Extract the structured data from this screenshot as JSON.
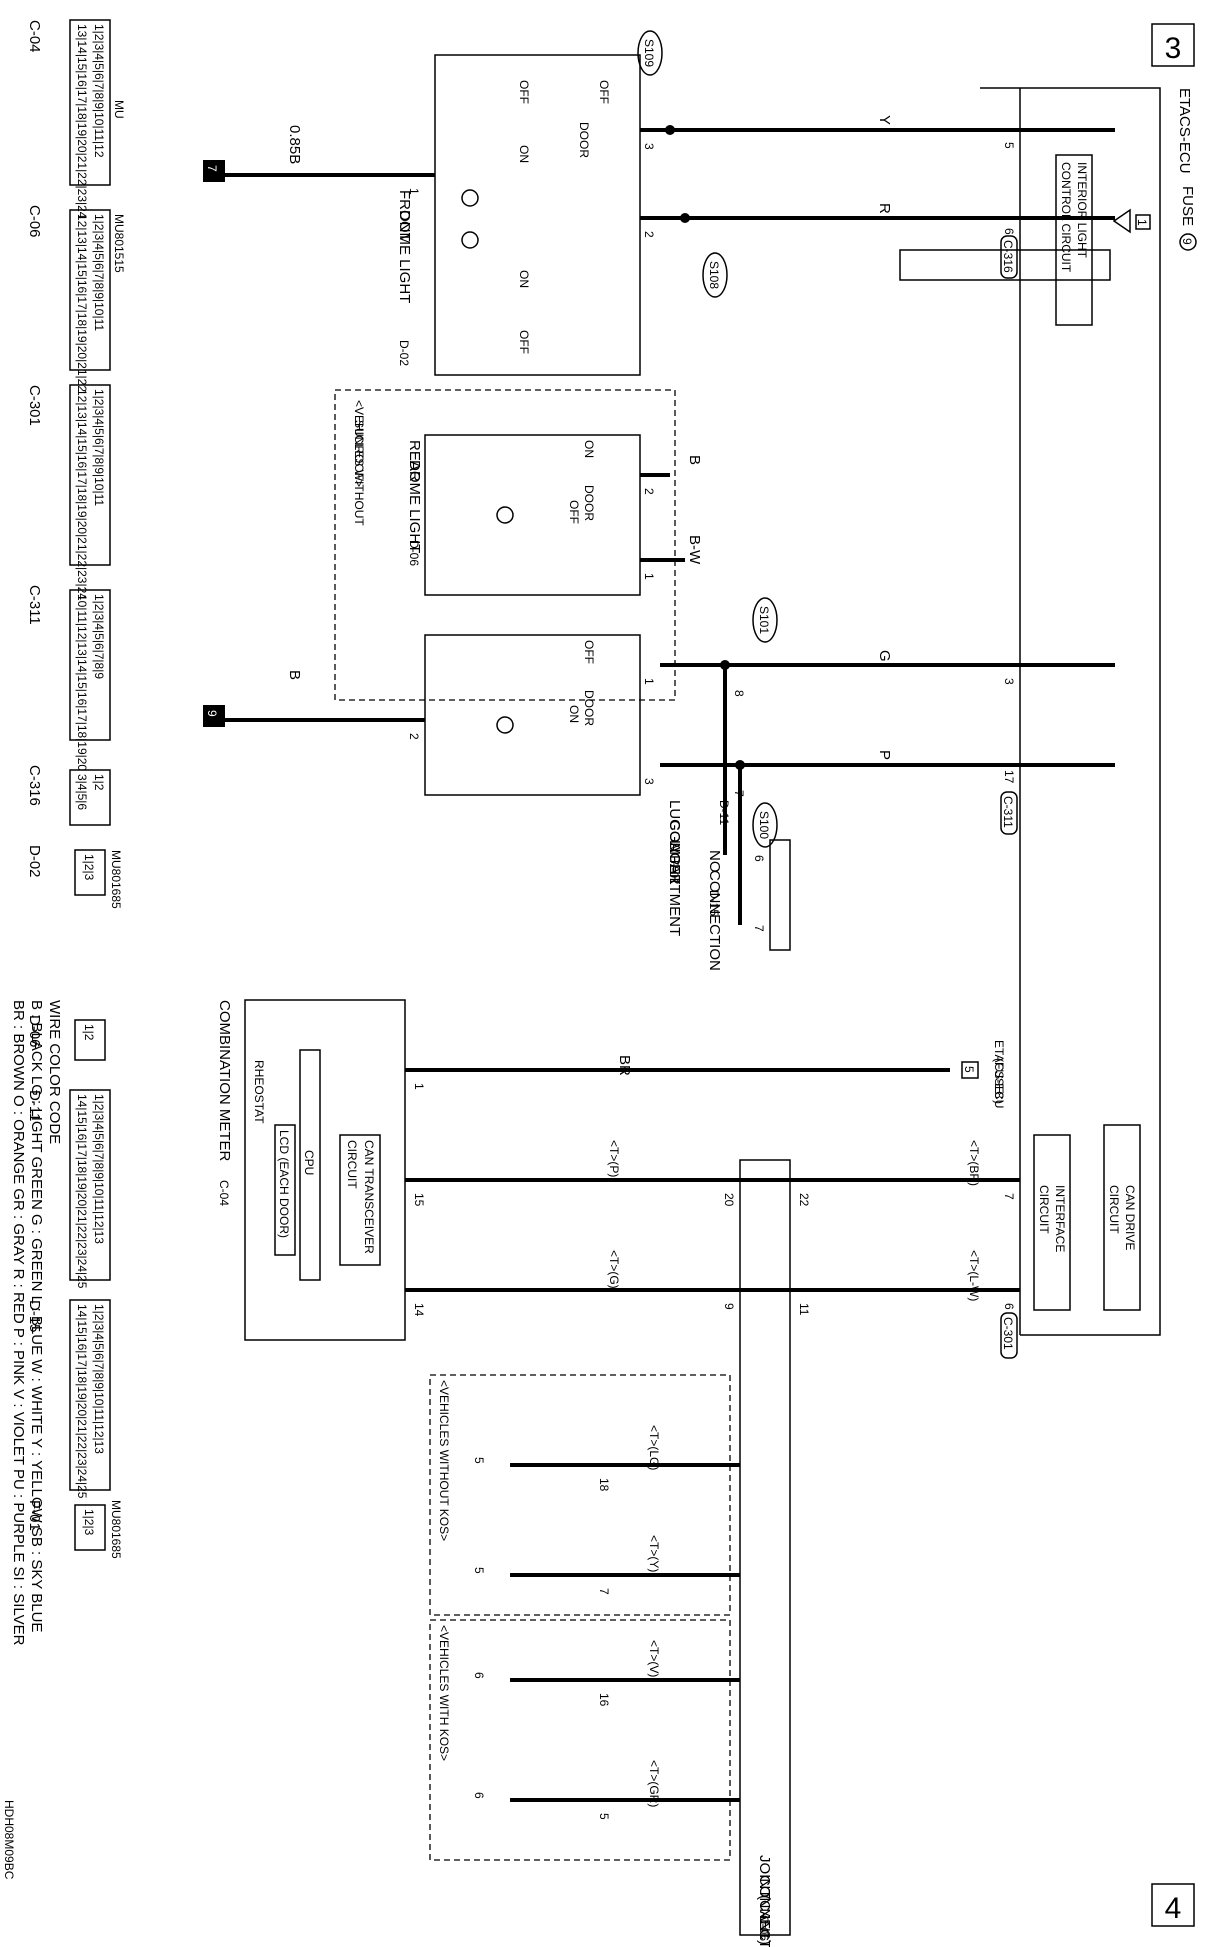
{
  "page": {
    "sheet_left_number": "3",
    "sheet_right_number": "4",
    "figure_code": "HDH08M09BC"
  },
  "components": {
    "etacs": "ETACS-ECU",
    "fuse9": "FUSE",
    "fuse9_num": "9",
    "fuse9_box": "1",
    "interior_light_ctrl_1": "INTERIOR LIGHT",
    "interior_light_ctrl_2": "CONTROL CIRCUIT",
    "can_drive_1": "CAN DRIVE",
    "can_drive_2": "CIRCUIT",
    "interface_1": "INTERFACE",
    "interface_2": "CIRCUIT",
    "front_dome_1": "FRONT",
    "front_dome_2": "DOME LIGHT",
    "front_dome_conn": "D-02",
    "rear_dome_1": "REAR",
    "rear_dome_2": "DOME LIGHT",
    "rear_dome_conn": "D-06",
    "rear_note_1": "<VEHICLES WITHOUT",
    "rear_note_2": "SUNROOF>",
    "luggage_1": "LUGGAGE",
    "luggage_2": "COMPARTMENT",
    "luggage_3": "LIGHT",
    "luggage_conn": "F-01",
    "noconn_1": "NO",
    "noconn_2": "CONNECTION",
    "noconn_conn": "D-15",
    "combo_meter": "COMBINATION METER",
    "combo_conn": "C-04",
    "can_trans_1": "CAN TRANSCEIVER",
    "can_trans_2": "CIRCUIT",
    "cpu": "CPU",
    "lcd": "LCD (EACH DOOR)",
    "rheostat": "RHEOSTAT",
    "etacs_fuse8_1": "ETACS-ECU",
    "etacs_fuse8_2": "(FUSE",
    "etacs_fuse8_num": "8",
    "etacs_fuse8_close": ")",
    "etacs_fuse8_box": "5",
    "joint_1": "JOINT",
    "joint_2": "CONNECTOR",
    "joint_3": "(CAN1)",
    "joint_conn": "C-06",
    "kos_without": "<VEHICLES WITHOUT KOS>",
    "kos_with": "<VEHICLES WITH KOS>"
  },
  "switch_labels": {
    "off": "OFF",
    "on": "ON",
    "door": "DOOR"
  },
  "splices": [
    "S109",
    "S108",
    "S101",
    "S100"
  ],
  "grounds": {
    "g7": "7",
    "g9": "9",
    "wire_g7": "0.85B",
    "wire_g9": "B"
  },
  "wires": {
    "y": "Y",
    "r": "R",
    "b": "B",
    "bw": "B-W",
    "g": "G",
    "p": "P",
    "br": "BR",
    "t_br": "<T>(BR)",
    "t_lw": "<T>(L-W)",
    "t_p": "<T>(P)",
    "t_g": "<T>(G)",
    "t_lg": "<T>(LG)",
    "t_y": "<T>(Y)",
    "t_v": "<T>(V)",
    "t_gr": "<T>(GR)"
  },
  "pins": {
    "etacs_y": "5",
    "etacs_r": "6",
    "etacs_r_conn": "C-316",
    "etacs_g": "3",
    "etacs_p": "17",
    "etacs_p_conn": "C-311",
    "etacs_can1": "7",
    "etacs_can2": "6",
    "etacs_can_conn": "C-301",
    "front_y": "3",
    "front_r": "2",
    "front_gnd": "1",
    "rear_b": "2",
    "rear_bw": "1",
    "lug_g": "1",
    "lug_p": "3",
    "lug_gnd": "2",
    "d11_g": "8",
    "d11_p": "7",
    "d11_conn": "D-11",
    "d15_g": "6",
    "d15_p": "7",
    "meter_br": "1",
    "meter_p": "15",
    "meter_g": "14",
    "joint_22": "22",
    "joint_11": "11",
    "joint_20": "20",
    "joint_9": "9",
    "joint_18": "18",
    "joint_7": "7",
    "joint_16": "16",
    "joint_5": "5",
    "box5": "5",
    "box6": "6"
  },
  "connectors": [
    {
      "id": "C-04",
      "row1": "1|2|3|4|5|6|7|8|9|10|11|12",
      "row2": "13|14|15|16|17|18|19|20|21|22|23|24",
      "part": "MU"
    },
    {
      "id": "C-06",
      "row1": "1|2|3|4|5|6|7|8|9|10|11",
      "row2": "12|13|14|15|16|17|18|19|20|21|22",
      "part": "MU801515"
    },
    {
      "id": "C-301",
      "row1": "1|2|3|4|5|6|7|8|9|10|11",
      "row2": "12|13|14|15|16|17|18|19|20|21|22|23|24",
      "part": ""
    },
    {
      "id": "C-311",
      "row1": "1|2|3|4|5|6|7|8|9",
      "row2": "10|11|12|13|14|15|16|17|18|19|20",
      "part": ""
    },
    {
      "id": "C-316",
      "row1": "1|2",
      "row2": "3|4|5|6",
      "part": ""
    },
    {
      "id": "D-02",
      "row1": "1|2|3",
      "row2": "",
      "part": "MU801685"
    },
    {
      "id": "D-06",
      "row1": "1|2",
      "row2": "",
      "part": ""
    },
    {
      "id": "D-11",
      "row1": "1|2|3|4|5|6|7|8|9|10|11|12|13",
      "row2": "14|15|16|17|18|19|20|21|22|23|24|25",
      "part": ""
    },
    {
      "id": "D-15",
      "row1": "1|2|3|4|5|6|7|8|9|10|11|12|13",
      "row2": "14|15|16|17|18|19|20|21|22|23|24|25",
      "part": ""
    },
    {
      "id": "F-01",
      "row1": "1|2|3",
      "row2": "",
      "part": "MU801685"
    }
  ],
  "legend": {
    "title": "WIRE COLOR CODE",
    "line1": "B : BLACK    LG : LIGHT GREEN    G : GREEN    L : BLUE    W : WHITE    Y : YELLOW    SB : SKY BLUE",
    "line2": "BR : BROWN    O : ORANGE    GR : GRAY    R : RED    P : PINK    V : VIOLET    PU : PURPLE    SI : SILVER"
  }
}
